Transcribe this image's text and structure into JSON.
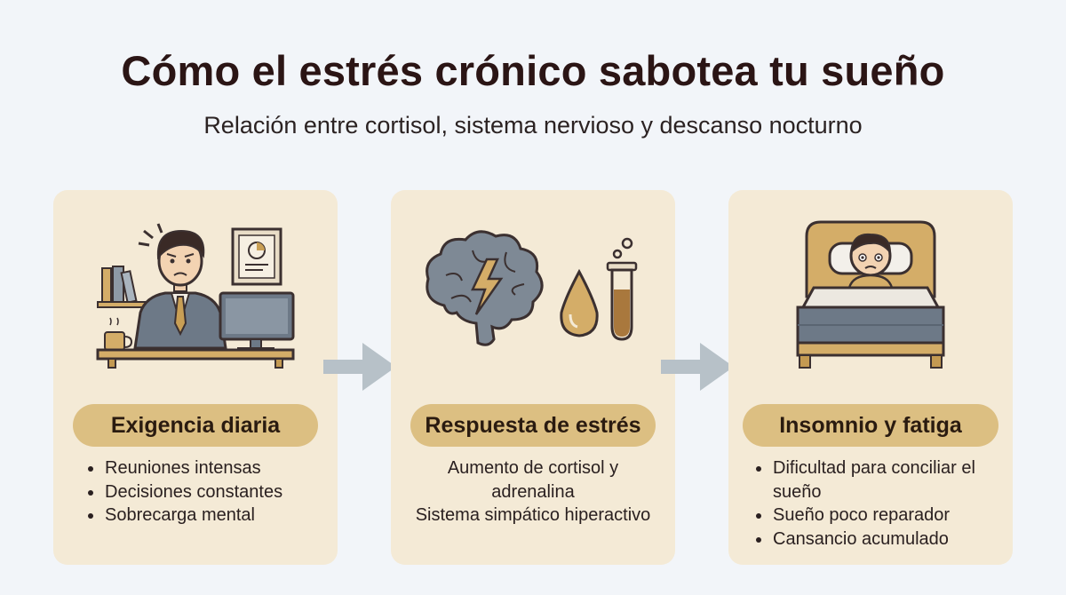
{
  "title": "Cómo el estrés crónico sabotea tu sueño",
  "subtitle": "Relación entre cortisol, sistema nervioso y descanso nocturno",
  "colors": {
    "background": "#f2f5f9",
    "card": "#f4ead6",
    "pill": "#dcbf82",
    "arrow": "#b7c1c8",
    "title": "#2b1515"
  },
  "steps": [
    {
      "heading": "Exigencia diaria",
      "illustration": "stressed-office-worker-icon",
      "items": [
        "Reuniones intensas",
        "Decisiones constantes",
        "Sobrecarga mental"
      ]
    },
    {
      "heading": "Respuesta de estrés",
      "illustration": "brain-hormone-icon",
      "items": [
        "Aumento de cortisol y",
        "adrenalina",
        "Sistema simpático hiperactivo"
      ]
    },
    {
      "heading": "Insomnio y fatiga",
      "illustration": "person-awake-in-bed-icon",
      "items": [
        "Dificultad para conciliar el sueño",
        "Sueño poco reparador",
        "Cansancio acumulado"
      ]
    }
  ]
}
